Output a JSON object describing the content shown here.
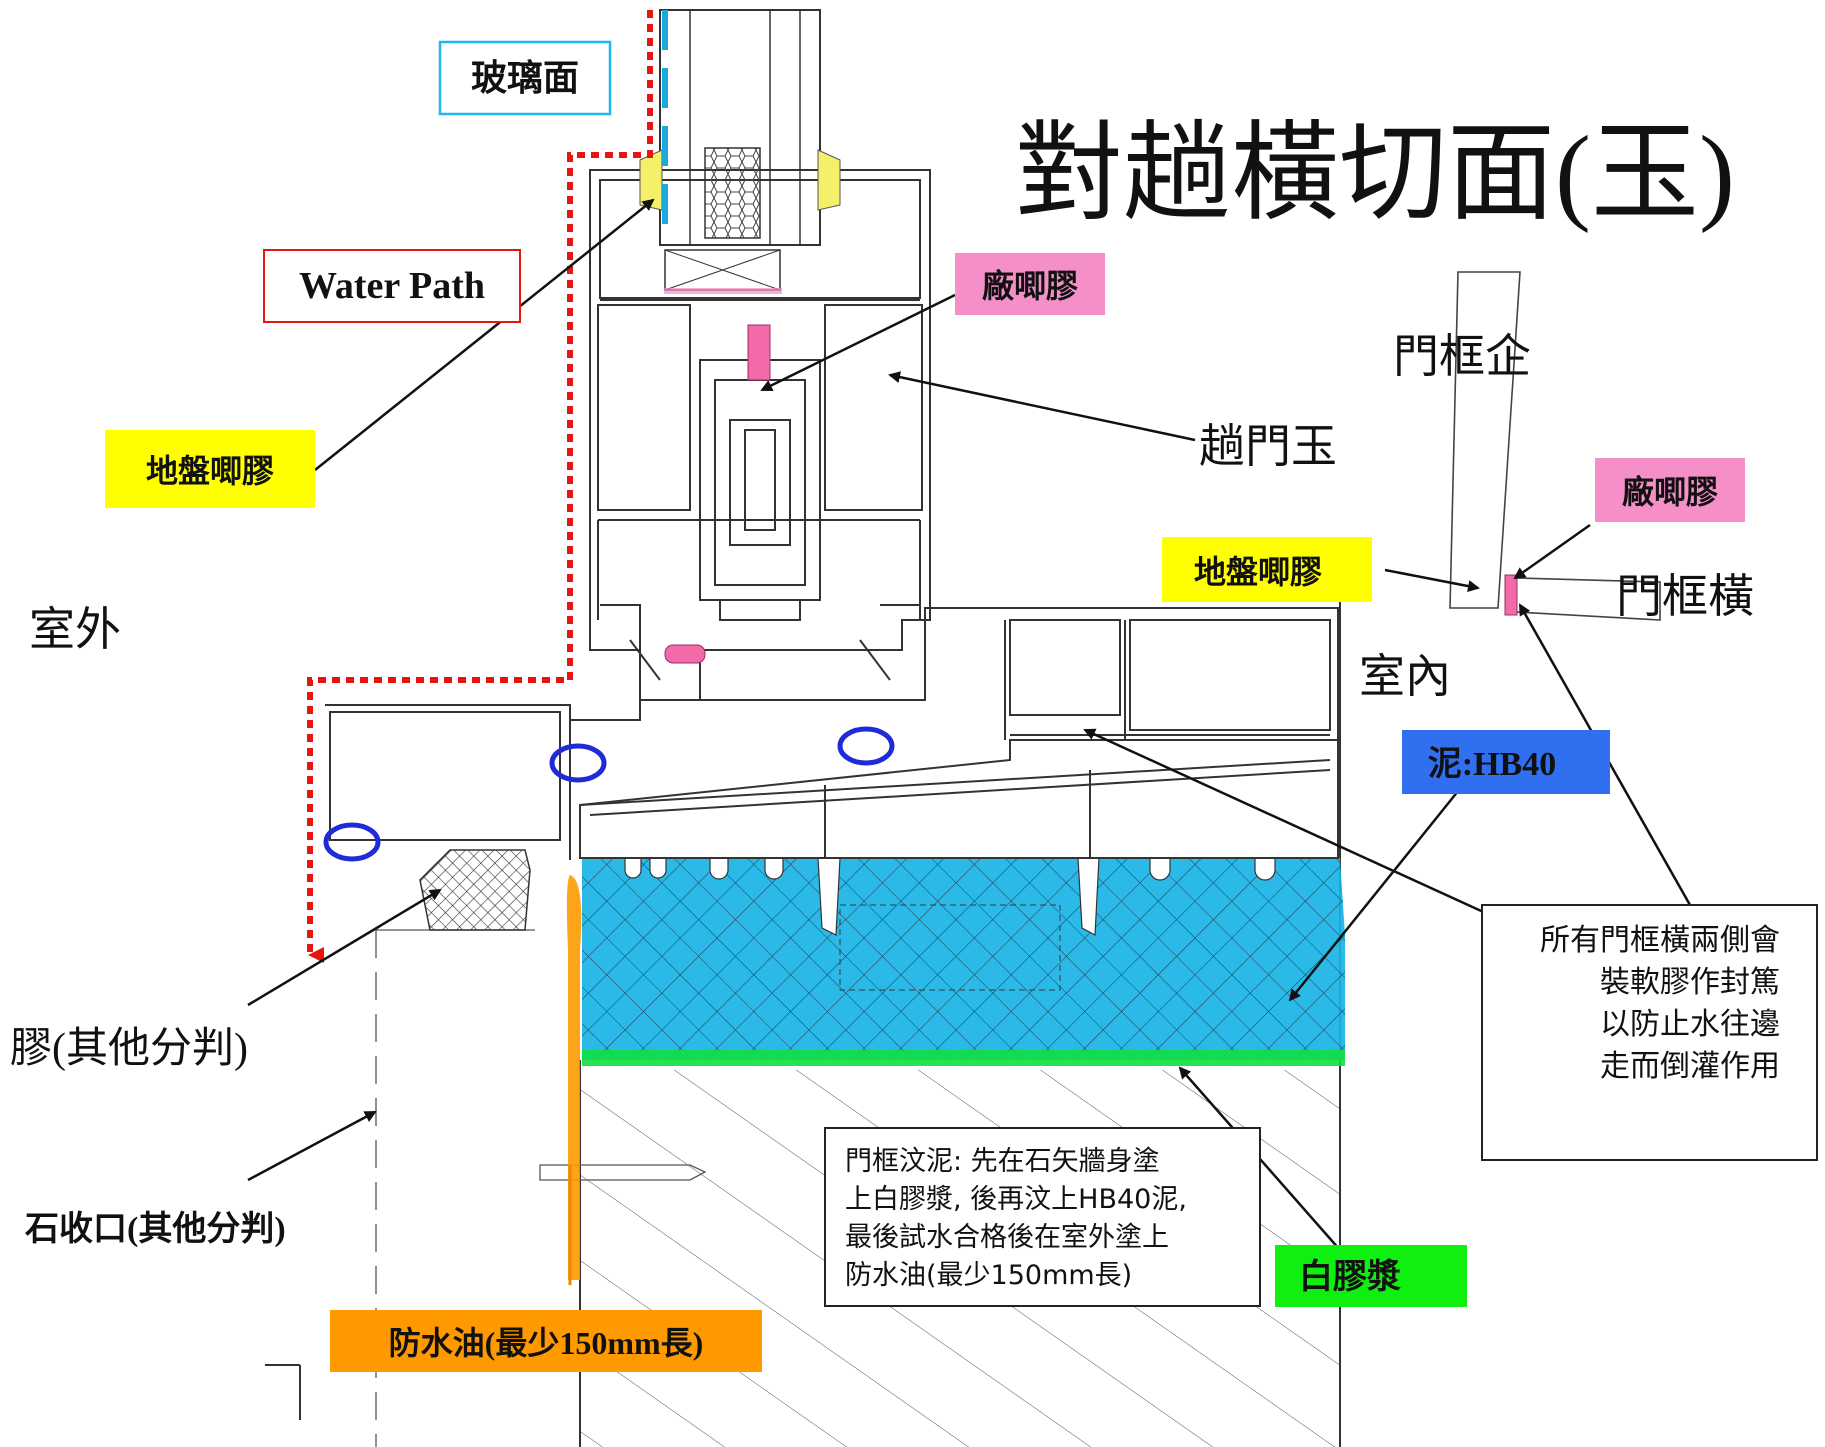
{
  "title": "對趟橫切面(玉)",
  "labels": {
    "glass_face": "玻璃面",
    "water_path": "Water Path",
    "site_sealant_left": "地盤唧膠",
    "factory_sealant_center": "廠唧膠",
    "sliding_rail": "趟門玉",
    "outdoor": "室外",
    "indoor": "室內",
    "door_frame_vertical": "門框企",
    "door_frame_horizontal": "門框橫",
    "factory_sealant_right": "廠唧膠",
    "site_sealant_right": "地盤唧膠",
    "mortar": "泥:HB40",
    "sealant_other": "膠(其他分判)",
    "stone_edge_other": "石收口(其他分判)",
    "waterproof_oil": "防水油(最少150mm長)",
    "white_slurry": "白膠漿"
  },
  "notes": {
    "frame_seal": [
      "所有門框橫兩側會",
      "裝軟膠作封篤",
      "以防止水往邊",
      "走而倒灌作用"
    ],
    "grouting": [
      "門框汶泥: 先在石矢牆身塗",
      "上白膠漿, 後再汶上HB40泥,",
      "最後試水合格後在室外塗上",
      "防水油(最少150mm長)"
    ]
  },
  "colors": {
    "glass_face_border": "#23b7e5",
    "glass_face_text": "#1aa9dc",
    "water_path": "#e8150f",
    "site_sealant_bg": "#ffff00",
    "factory_sealant_bg": "#f58fc8",
    "mortar_bg": "#2f6ff0",
    "mortar_fill": "#19b4e6",
    "waterproof_oil_bg": "#ff9900",
    "white_slurry_bg": "#10f010",
    "circle_marker": "#1e2bd6",
    "line": "#222222"
  }
}
